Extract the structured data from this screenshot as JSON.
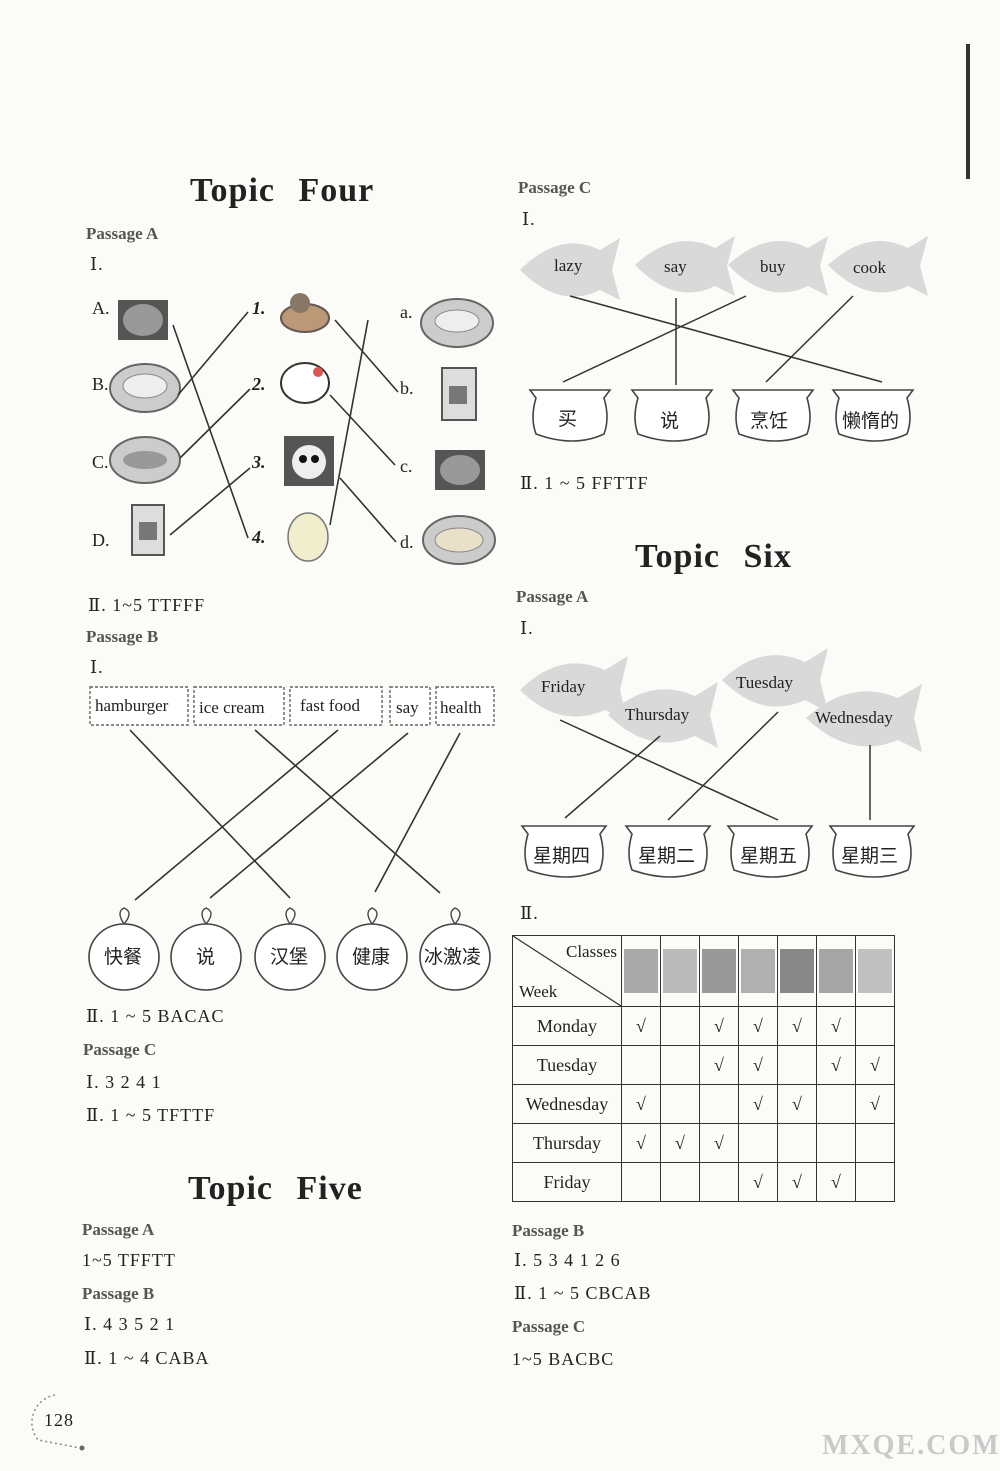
{
  "topic4": {
    "title": "Topic  Four",
    "passage_a": {
      "label": "Passage A",
      "part1": "Ⅰ.",
      "left_labels": [
        "A.",
        "B.",
        "C.",
        "D."
      ],
      "mid_labels": [
        "1.",
        "2.",
        "3.",
        "4."
      ],
      "right_labels": [
        "a.",
        "b.",
        "c.",
        "d."
      ],
      "part2": "Ⅱ. 1~5   TTFFF"
    },
    "passage_b": {
      "label": "Passage B",
      "part1": "Ⅰ.",
      "words": [
        "hamburger",
        "ice cream",
        "fast food",
        "say",
        "health"
      ],
      "apples": [
        "快餐",
        "说",
        "汉堡",
        "健康",
        "冰激凌"
      ],
      "part2": "Ⅱ. 1 ~ 5   BACAC"
    },
    "passage_c": {
      "label": "Passage C",
      "part1": "Ⅰ. 3 2 4 1",
      "part2": "Ⅱ. 1 ~ 5   TFTTF"
    }
  },
  "topic5": {
    "title": "Topic  Five",
    "passage_a": {
      "label": "Passage A",
      "text": "1~5   TFFTT"
    },
    "passage_b": {
      "label": "Passage B",
      "part1": "Ⅰ. 4 3 5 2 1",
      "part2": "Ⅱ. 1 ~ 4   CABA"
    }
  },
  "topic4_c_right": {
    "label": "Passage C",
    "part1": "Ⅰ.",
    "fish": [
      "lazy",
      "say",
      "buy",
      "cook"
    ],
    "pots": [
      "买",
      "说",
      "烹饪",
      "懒惰的"
    ],
    "part2": "Ⅱ. 1 ~ 5   FFTTF"
  },
  "topic6": {
    "title": "Topic  Six",
    "passage_a": {
      "label": "Passage A",
      "part1": "Ⅰ.",
      "fish": [
        "Friday",
        "Thursday",
        "Tuesday",
        "Wednesday"
      ],
      "pots": [
        "星期四",
        "星期二",
        "星期五",
        "星期三"
      ],
      "part2": "Ⅱ.",
      "table": {
        "header_top": "Classes",
        "header_bottom": "Week",
        "check": "√",
        "rows": [
          {
            "day": "Monday",
            "marks": [
              1,
              0,
              1,
              1,
              1,
              1,
              0
            ]
          },
          {
            "day": "Tuesday",
            "marks": [
              0,
              0,
              1,
              1,
              0,
              1,
              1
            ]
          },
          {
            "day": "Wednesday",
            "marks": [
              1,
              0,
              0,
              1,
              1,
              0,
              1
            ]
          },
          {
            "day": "Thursday",
            "marks": [
              1,
              1,
              1,
              0,
              0,
              0,
              0
            ]
          },
          {
            "day": "Friday",
            "marks": [
              0,
              0,
              0,
              1,
              1,
              1,
              0
            ]
          }
        ]
      }
    },
    "passage_b": {
      "label": "Passage B",
      "part1": "Ⅰ. 5 3 4 1 2 6",
      "part2": "Ⅱ. 1 ~ 5   CBCAB"
    },
    "passage_c": {
      "label": "Passage C",
      "text": "1~5   BACBC"
    }
  },
  "page_number": "128",
  "watermark": "MXQE.COM"
}
